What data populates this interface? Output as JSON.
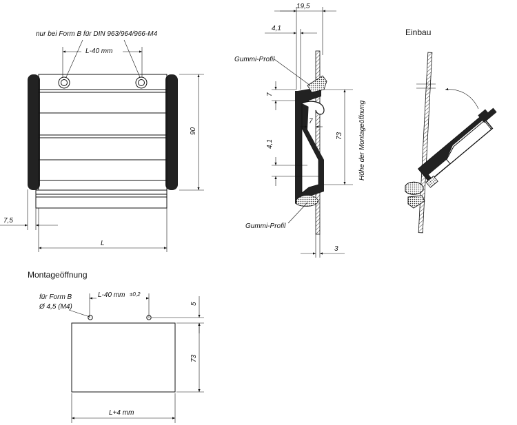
{
  "front_view": {
    "note_form_b": "nur bei Form B für DIN 963/964/966-M4",
    "dim_hole_spacing": "L-40 mm",
    "dim_height": "90",
    "dim_offset": "7,5",
    "dim_length": "L"
  },
  "side_view": {
    "dim_width": "19,5",
    "dim_lip": "4,1",
    "label_rubber_top": "Gummi-Profil",
    "label_rubber_bottom": "Gummi-Profil",
    "dim_seven_a": "7",
    "dim_seven_b": "7",
    "dim_lower_lip": "4,1",
    "dim_opening": "73",
    "label_opening_height": "Höhe der Montageöffnung",
    "dim_panel": "3"
  },
  "install_view": {
    "title": "Einbau"
  },
  "cutout_view": {
    "title": "Montageöffnung",
    "note_line1": "für Form B",
    "note_line2": "Ø 4,5 (M4)",
    "dim_hole_spacing": "L-40 mm",
    "dim_tolerance": "±0,2",
    "dim_hole_offset": "5",
    "dim_height": "73",
    "dim_width": "L+4 mm"
  }
}
